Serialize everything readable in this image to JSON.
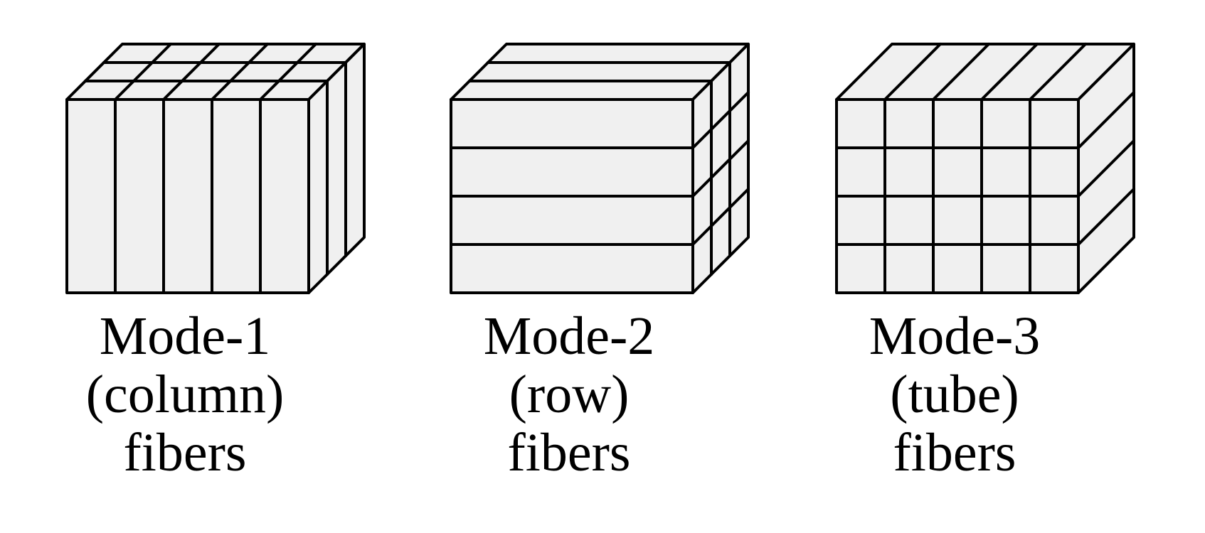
{
  "figures": [
    {
      "mode": "mode-1",
      "lines": [
        "Mode-1",
        "(column)",
        "fibers"
      ]
    },
    {
      "mode": "mode-2",
      "lines": [
        "Mode-2",
        "(row)",
        "fibers"
      ]
    },
    {
      "mode": "mode-3",
      "lines": [
        "Mode-3",
        "(tube)",
        "fibers"
      ]
    }
  ],
  "colors": {
    "face_fill": "#f0f0f0",
    "stroke": "#000000"
  }
}
